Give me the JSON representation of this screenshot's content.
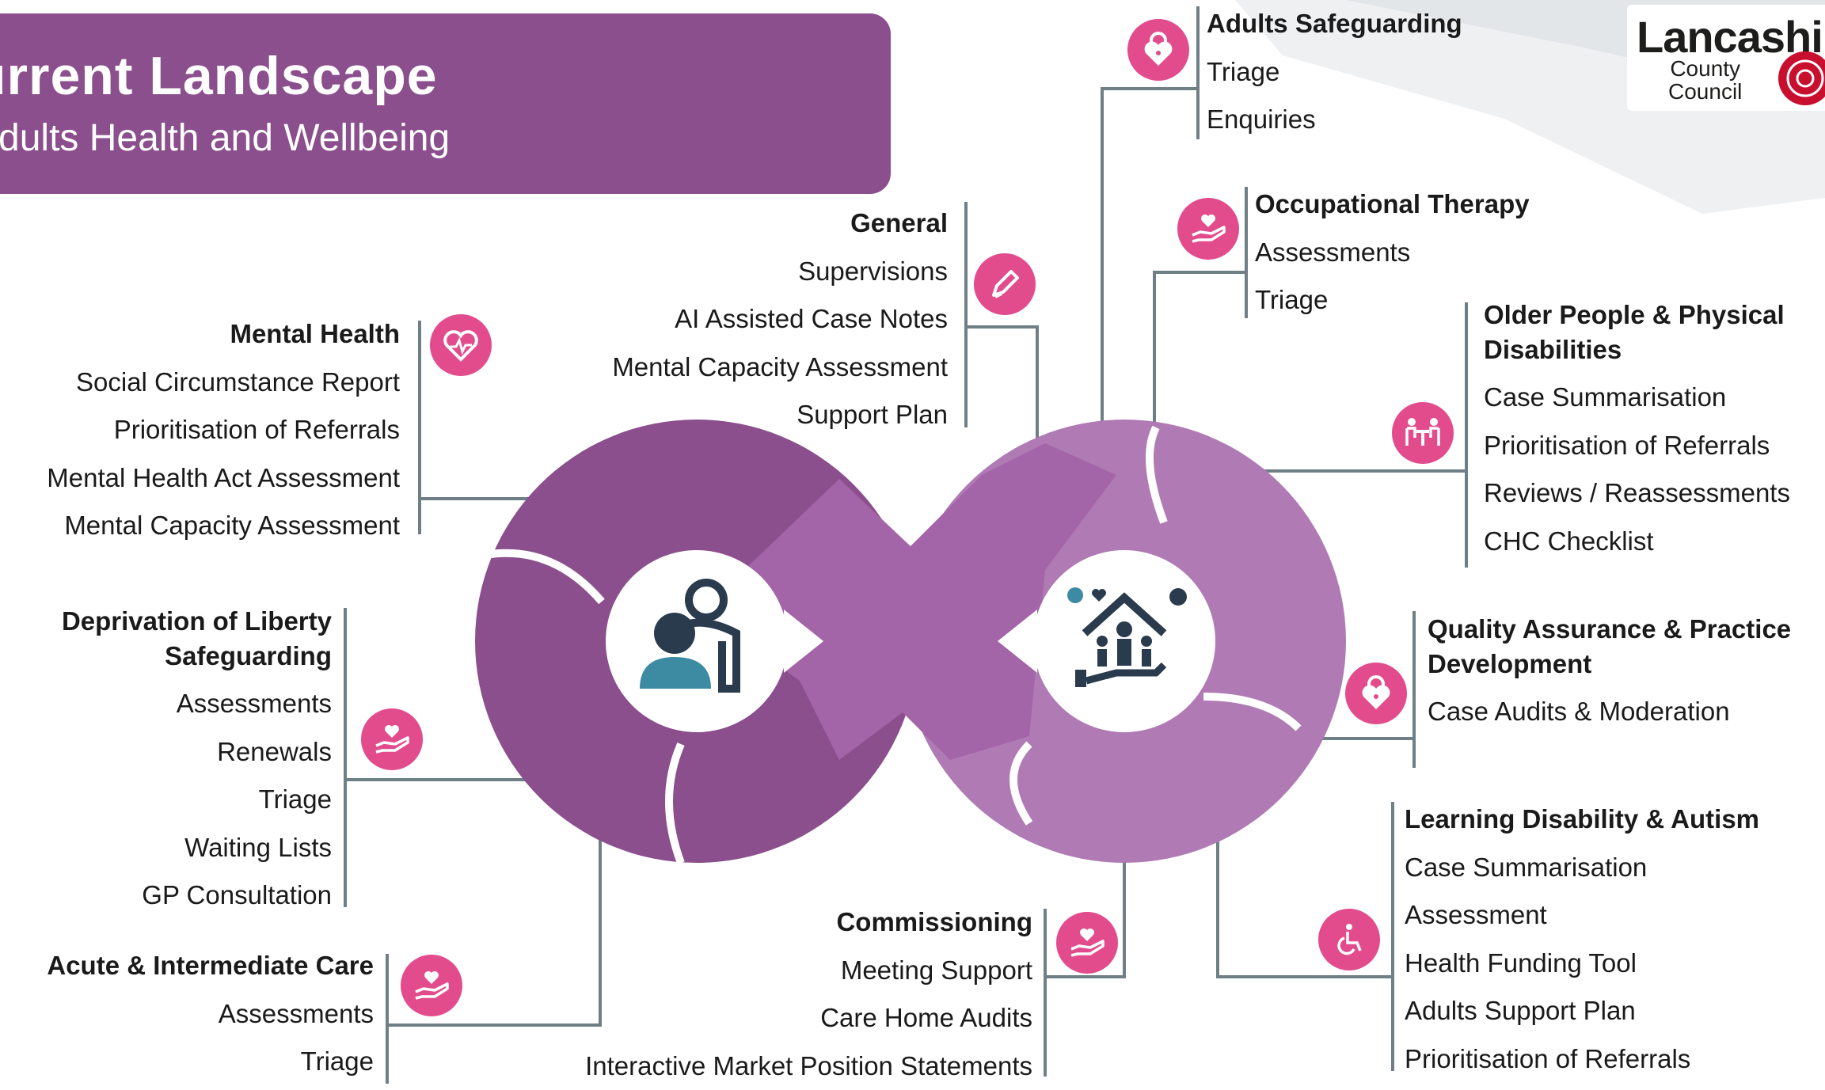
{
  "header": {
    "title": "urrent Landscape",
    "subtitle": "Adults Health and Wellbeing"
  },
  "logo": {
    "name": "Lancashi",
    "line1": "County",
    "line2": "Council"
  },
  "colors": {
    "title_bg": "#8a4f8c",
    "icon_pink": "#e24c8d",
    "loop_dark": "#8a4f8c",
    "loop_mid": "#a464a8",
    "loop_light": "#b07ab4",
    "connector": "#6f7f86"
  },
  "groups": {
    "general": {
      "heading": "General",
      "icon": "pencil-icon",
      "items": [
        "Supervisions",
        "AI Assisted Case Notes",
        "Mental Capacity Assessment",
        "Support Plan"
      ]
    },
    "mental_health": {
      "heading": "Mental Health",
      "icon": "heart-pulse-icon",
      "items": [
        "Social Circumstance Report",
        "Prioritisation of Referrals",
        "Mental Health Act Assessment",
        "Mental Capacity Assessment"
      ]
    },
    "dols": {
      "heading_line1": "Deprivation of Liberty",
      "heading_line2": "Safeguarding",
      "icon": "heart-hand-icon",
      "items": [
        "Assessments",
        "Renewals",
        "Triage",
        "Waiting Lists",
        "GP Consultation"
      ]
    },
    "acute": {
      "heading": "Acute & Intermediate Care",
      "icon": "heart-hand-icon",
      "items": [
        "Assessments",
        "Triage"
      ]
    },
    "commissioning": {
      "heading": "Commissioning",
      "icon": "heart-hand-icon",
      "items": [
        "Meeting Support",
        "Care Home Audits",
        "Interactive Market Position Statements"
      ]
    },
    "adults_safeguarding": {
      "heading": "Adults Safeguarding",
      "icon": "heart-lock-icon",
      "items": [
        "Triage",
        "Enquiries"
      ]
    },
    "occupational_therapy": {
      "heading": "Occupational Therapy",
      "icon": "heart-hand-icon",
      "items": [
        "Assessments",
        "Triage"
      ]
    },
    "older_people": {
      "heading_line1": "Older People & Physical",
      "heading_line2": "Disabilities",
      "icon": "meeting-table-icon",
      "items": [
        "Case Summarisation",
        "Prioritisation of Referrals",
        "Reviews / Reassessments",
        "CHC Checklist"
      ]
    },
    "quality": {
      "heading_line1": "Quality Assurance & Practice",
      "heading_line2": "Development",
      "icon": "heart-lock-icon",
      "items": [
        "Case Audits & Moderation"
      ]
    },
    "learning_disability": {
      "heading": "Learning Disability & Autism",
      "icon": "wheelchair-icon",
      "items": [
        "Case Summarisation",
        "Assessment",
        "Health Funding Tool",
        "Adults Support Plan",
        "Prioritisation of Referrals"
      ]
    }
  },
  "center": {
    "left_icon": "carer-person-icon",
    "right_icon": "family-home-icon"
  }
}
